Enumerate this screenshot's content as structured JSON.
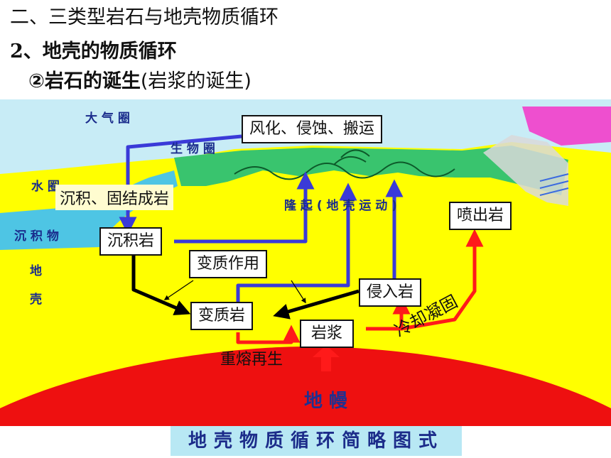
{
  "titles": {
    "line1": "二、三类型岩石与地壳物质循环",
    "line2": "2、地壳的物质循环",
    "line3_main": "②岩石的诞生",
    "line3_paren": "(岩浆的诞生)"
  },
  "map_labels": {
    "atmosphere": "大 气 圈",
    "biosphere": "生 物 圈",
    "hydrosphere": "水 圈",
    "sediment": "沉 积 物",
    "crust": "地 壳",
    "uplift": "隆 起 ( 地 壳 运 动 )",
    "mantle": "地 幔"
  },
  "boxes": {
    "weathering": "风化、侵蚀、搬运",
    "deposition": "沉积、固结成岩",
    "sedimentary_rock": "沉积岩",
    "metamorphism": "变质作用",
    "metamorphic_rock": "变质岩",
    "intrusive_rock": "侵入岩",
    "extrusive_rock": "喷出岩",
    "magma": "岩浆"
  },
  "arrow_labels": {
    "remelting": "重熔再生",
    "cooling": "冷却凝固"
  },
  "caption": "地壳物质循环简略图式",
  "colors": {
    "sky": "#c8ecf6",
    "crust": "#ffff00",
    "mantle": "#ee1010",
    "sea": "#4ec5e4",
    "vegetation": "#39c46e",
    "blue_arrow": "#3a3ad8",
    "red_arrow": "#ff1a1a",
    "black_arrow": "#000000"
  }
}
